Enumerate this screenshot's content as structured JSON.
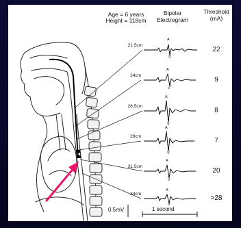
{
  "patient": {
    "age_line": "Age = 6 years",
    "height_line": "Height = 118cm"
  },
  "headers": {
    "electrogram_line1": "Bipolar",
    "electrogram_line2": "Electrogram",
    "threshold_line1": "Threshold",
    "threshold_line2": "(mA)"
  },
  "rows": [
    {
      "distance": "21.5cm",
      "atrial_mark": "A",
      "ventricular_mark": "V",
      "threshold": "22"
    },
    {
      "distance": "24cm",
      "atrial_mark": "A",
      "ventricular_mark": "V",
      "threshold": "9"
    },
    {
      "distance": "26.5cm",
      "atrial_mark": "A",
      "ventricular_mark": "V",
      "threshold": "8"
    },
    {
      "distance": "29cm",
      "atrial_mark": "A",
      "ventricular_mark": "V",
      "threshold": "7"
    },
    {
      "distance": "31.5cm",
      "atrial_mark": "A",
      "ventricular_mark": "V",
      "threshold": "20"
    },
    {
      "distance": "34cm",
      "atrial_mark": "A",
      "ventricular_mark": "V",
      "threshold": ">28"
    }
  ],
  "scale": {
    "voltage": "0.5mV",
    "time": "1 second"
  },
  "colors": {
    "background": "#0a0a2a",
    "figure": "#ffffff",
    "arrow": "#e8156b"
  }
}
